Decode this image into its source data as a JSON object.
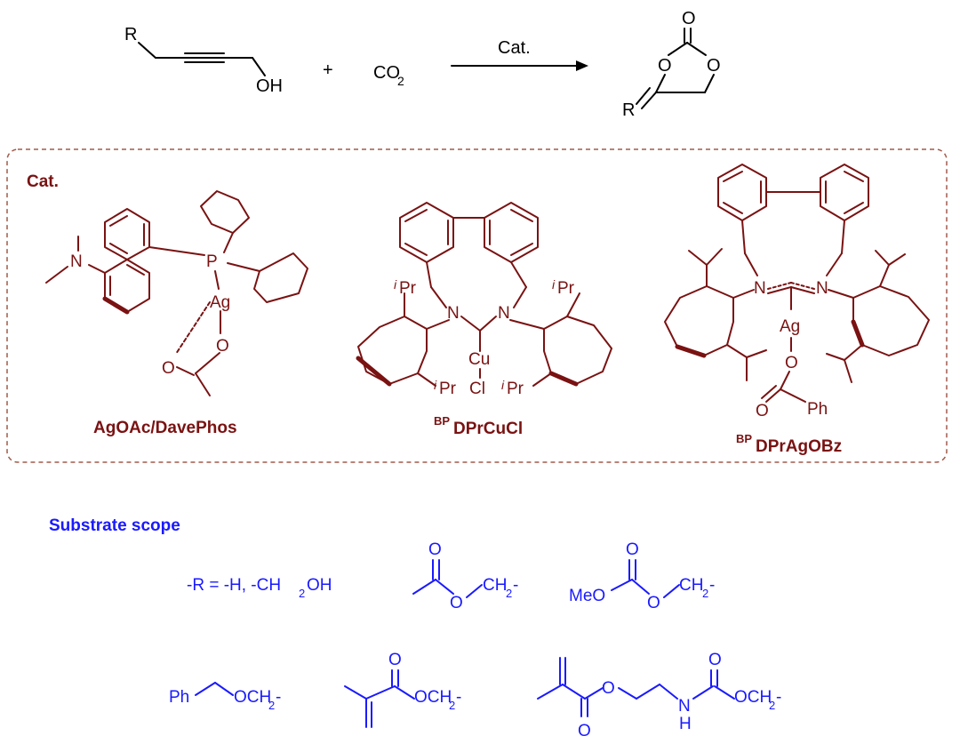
{
  "reaction": {
    "r_group": "R",
    "oh": "OH",
    "plus": "+",
    "co2_base": "CO",
    "co2_sub": "2",
    "arrow_label": "Cat.",
    "product_o_top": "O",
    "product_o_left": "O",
    "product_o_right": "O",
    "product_r": "R"
  },
  "catalyst_box": {
    "title": "Cat.",
    "davephos": {
      "name": "AgOAc/DavePhos",
      "n": "N",
      "p": "P",
      "ag": "Ag",
      "o1": "O",
      "o2": "O"
    },
    "cucl": {
      "name_sup": "BP",
      "name": "DPrCuCl",
      "n1": "N",
      "n2": "N",
      "cu": "Cu",
      "cl": "Cl",
      "ipr_i": "i",
      "ipr_pr": "Pr"
    },
    "agobz": {
      "name_sup": "BP",
      "name": "DPrAgOBz",
      "n1": "N",
      "n2": "N",
      "ag": "Ag",
      "o1": "O",
      "o2": "O",
      "ph": "Ph"
    }
  },
  "substrate": {
    "title": "Substrate scope",
    "row1_text": "-R = -H, -CH",
    "row1_sub": "2",
    "row1_end": "OH",
    "o": "O",
    "ch2_base": "CH",
    "ch2_sub": "2",
    "ch2_dash": "-",
    "meo": "MeO",
    "ph": "Ph",
    "och2_base": "OCH",
    "nh_n": "N",
    "nh_h": "H"
  },
  "colors": {
    "black": "#000000",
    "catalyst_red": "#7a1212",
    "box_dash": "#a05a4a",
    "substrate_blue": "#1a1aff"
  }
}
